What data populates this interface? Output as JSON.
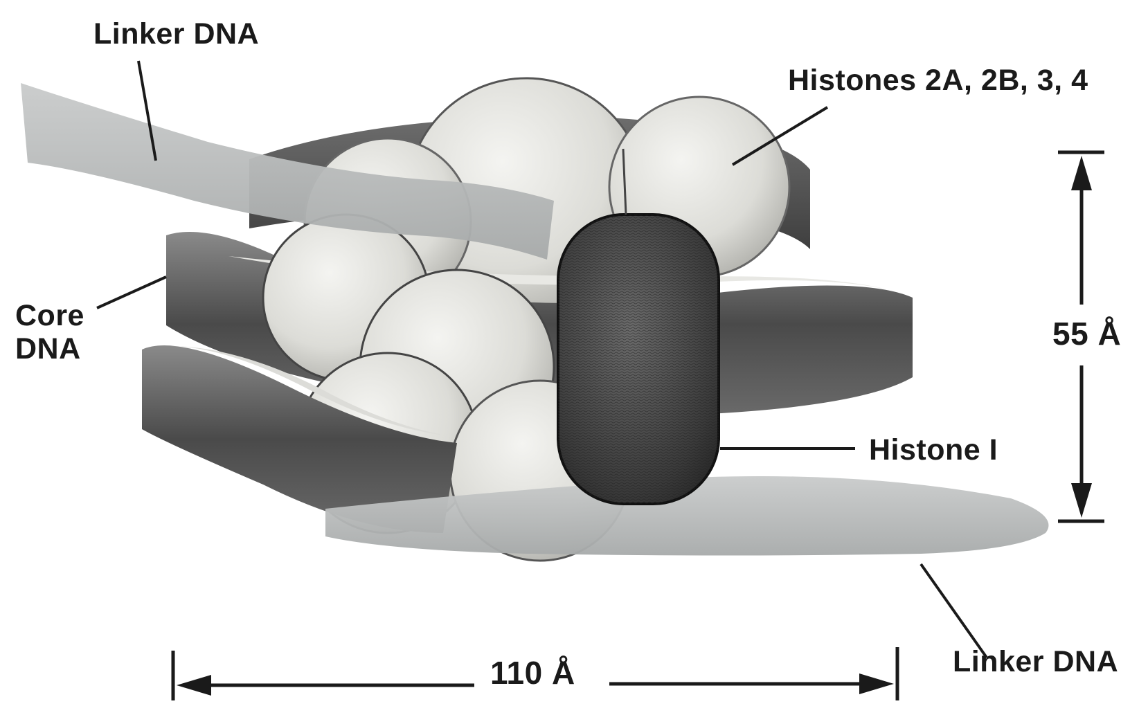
{
  "labels": {
    "linker_dna_top": "Linker DNA",
    "histones_core": "Histones 2A, 2B, 3, 4",
    "core_dna_line1": "Core",
    "core_dna_line2": "DNA",
    "histone_1": "Histone I",
    "linker_dna_bottom": "Linker DNA",
    "height_dimension": "55 Å",
    "width_dimension": "110 Å"
  },
  "colors": {
    "ink": "#1a1a1a",
    "linker_dna": "#b9bcbc",
    "core_dna_dark": "#4f4f4f",
    "histone_light": "#e3e3df",
    "histone_1": "#3a3a3a"
  }
}
